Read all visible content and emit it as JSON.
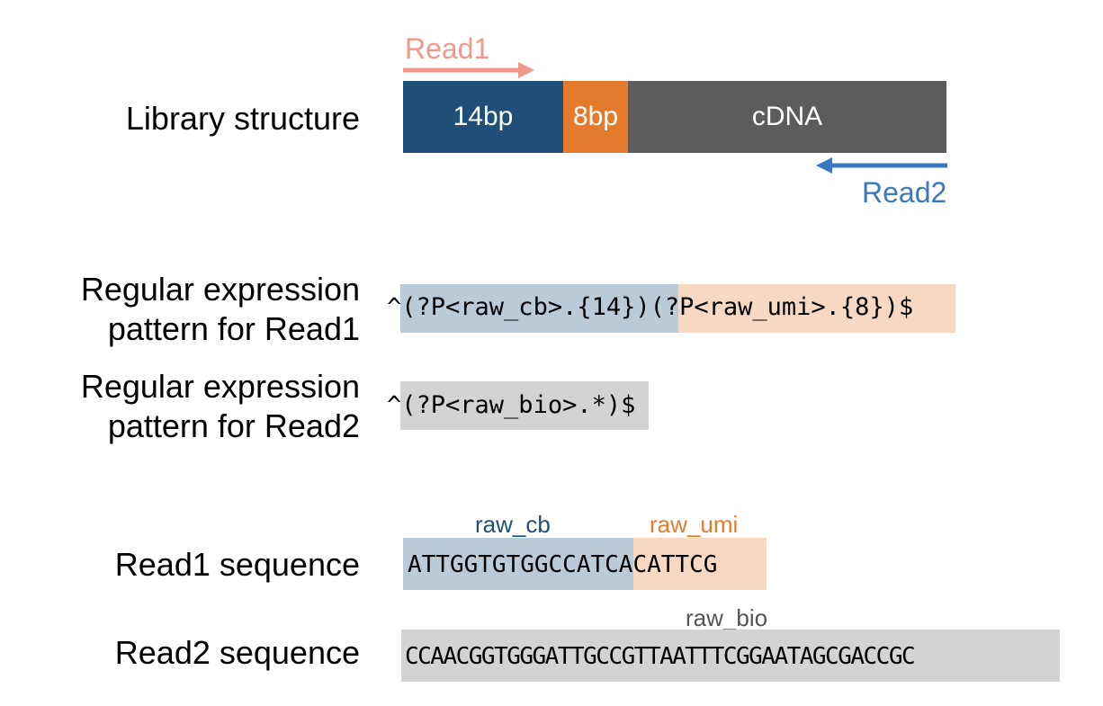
{
  "colors": {
    "cb_dark": "#1f4e79",
    "umi_orange": "#e47b2c",
    "cdna_gray": "#5c5c5e",
    "read1_pink": "#f0998a",
    "read2_blue": "#3a78c0",
    "cb_light": "#b9cbd9",
    "umi_light": "#f6d8c3",
    "bio_light": "#d3d3d3",
    "tag_gray": "#555555"
  },
  "library": {
    "label": "Library structure",
    "segments": {
      "cb": "14bp",
      "umi": "8bp",
      "cdna": "cDNA"
    },
    "read1_label": "Read1",
    "read2_label": "Read2"
  },
  "regex": {
    "read1": {
      "label_line1": "Regular expression",
      "label_line2": "pattern for Read1",
      "pre": "^",
      "cb_part": "(?P<raw_cb>.{14})",
      "umi_part": "(?P<raw_umi>.{8})",
      "post": "$"
    },
    "read2": {
      "label_line1": "Regular expression",
      "label_line2": "pattern for Read2",
      "pre": "^",
      "bio_part": "(?P<raw_bio>.*)",
      "post": "$"
    }
  },
  "sequences": {
    "read1": {
      "label": "Read1 sequence",
      "cb_tag": "raw_cb",
      "umi_tag": "raw_umi",
      "cb_seq": "ATTGGTGTGGCCAT",
      "umi_seq": "CACATTCG"
    },
    "read2": {
      "label": "Read2 sequence",
      "bio_tag": "raw_bio",
      "bio_seq": "CCAACGGTGGGATTGCCGTTAATTTCGGAATAGCGACCGC"
    }
  }
}
